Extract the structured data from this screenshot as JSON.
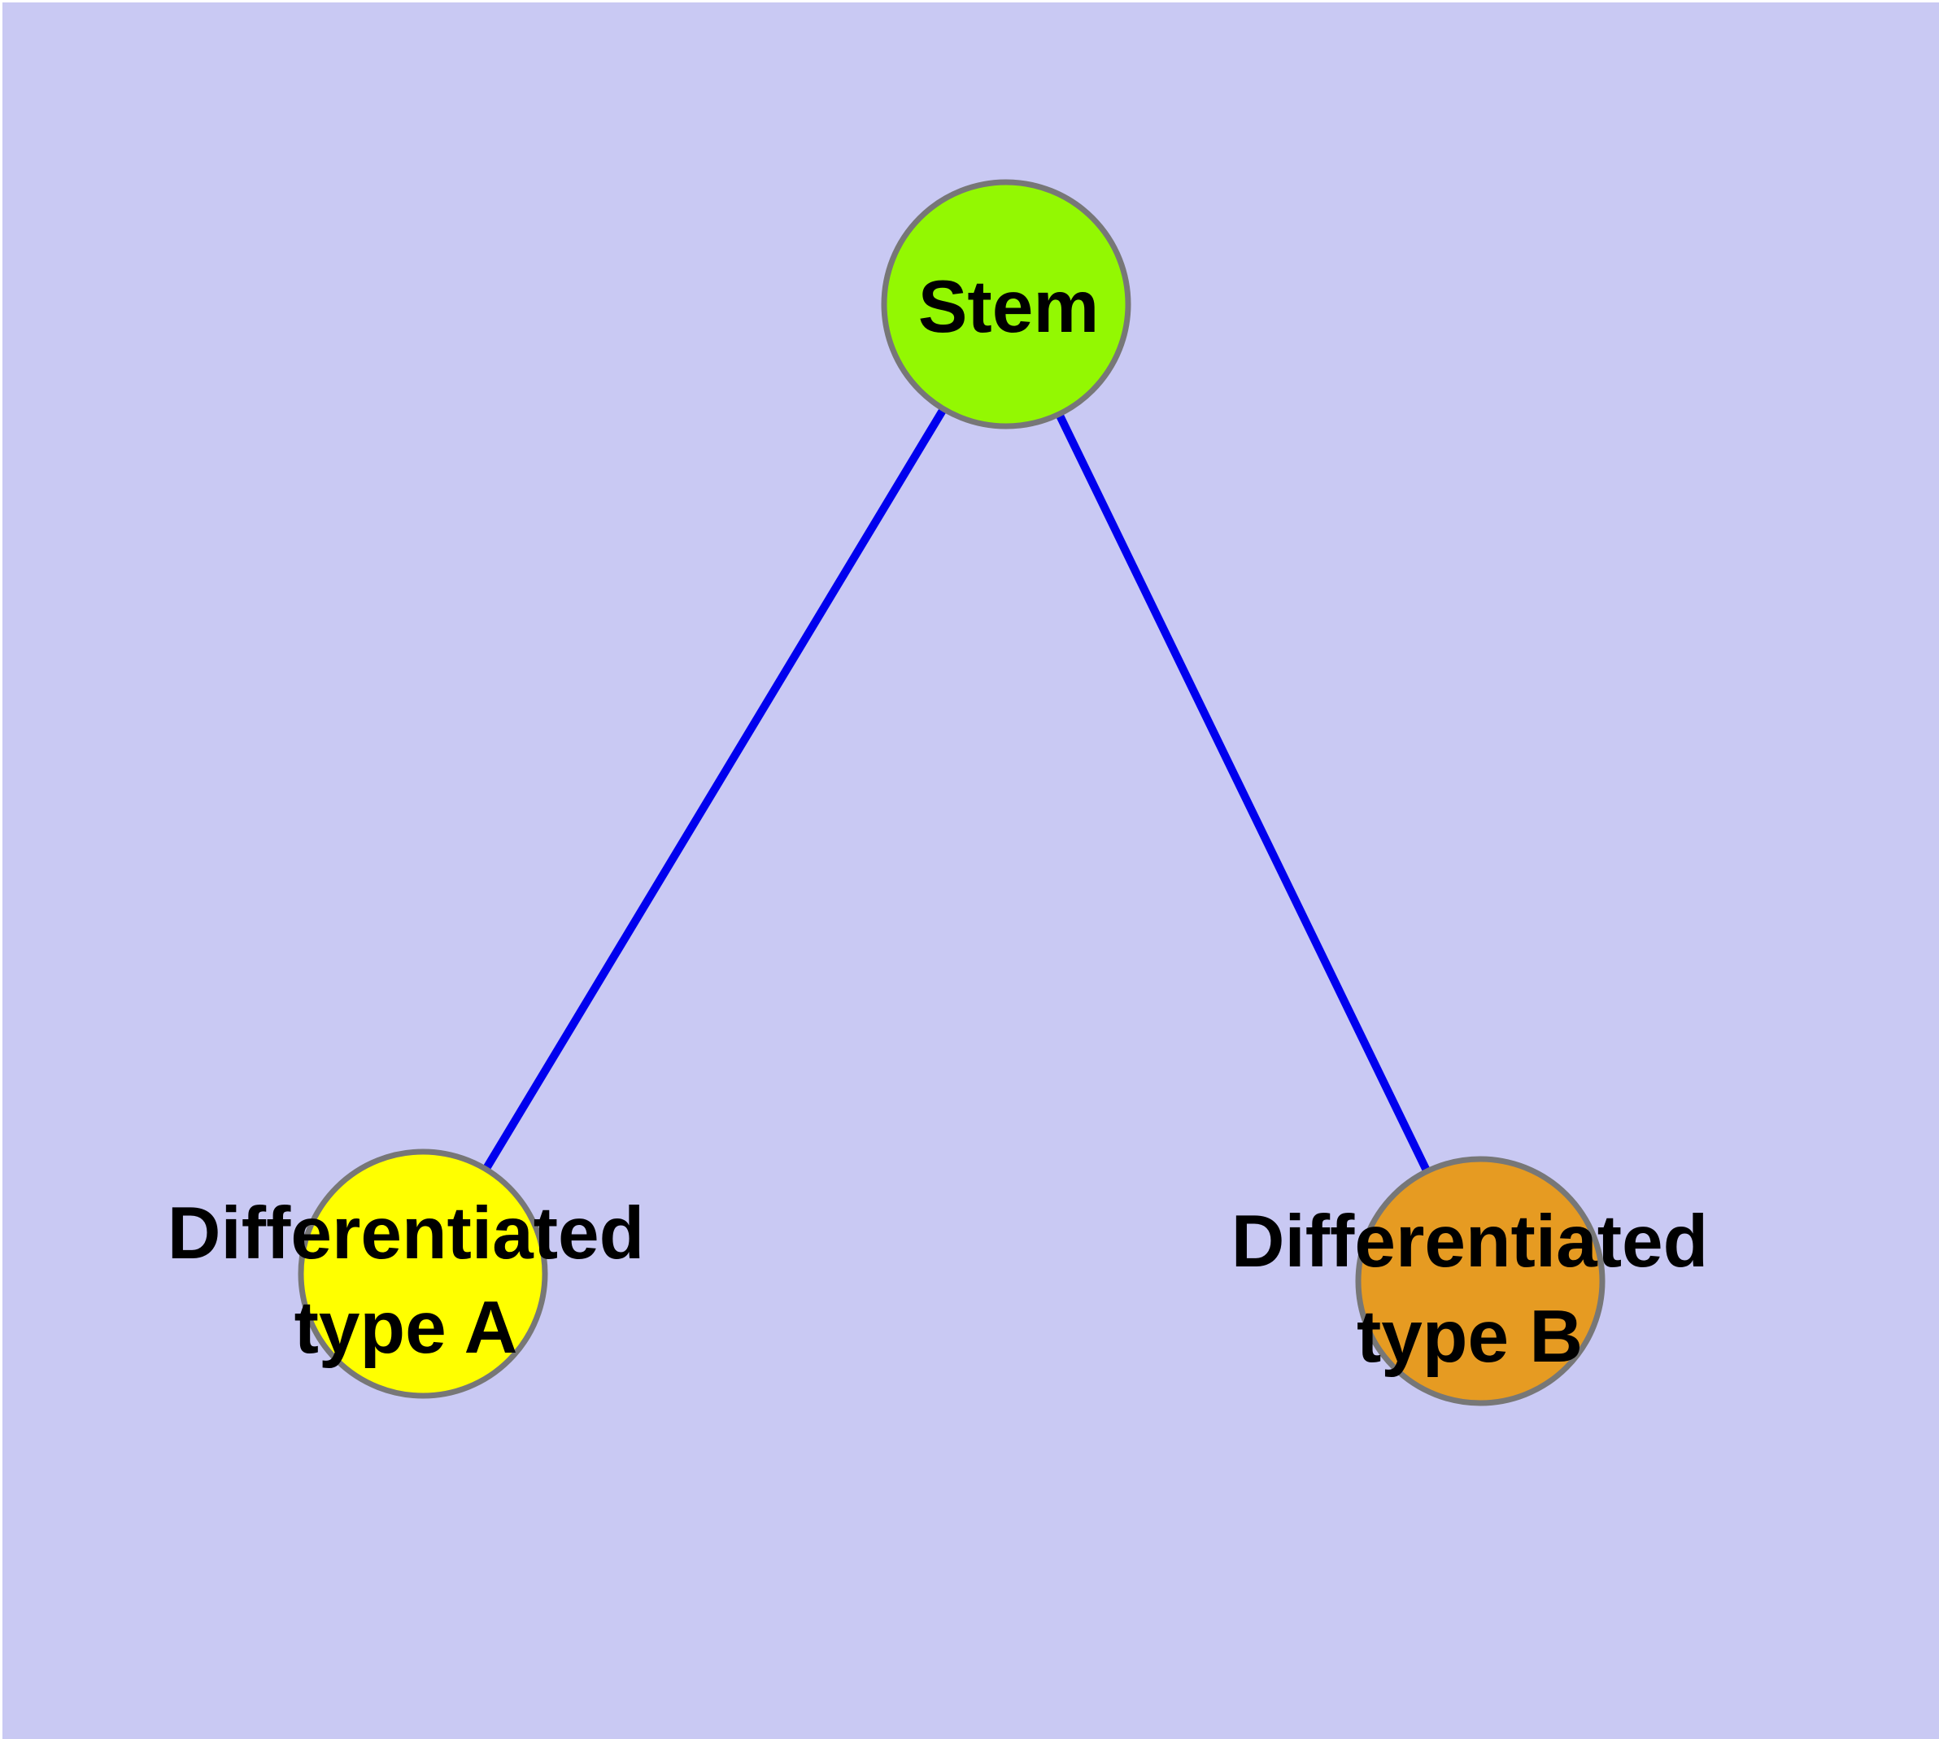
{
  "diagram": {
    "background_color": "#c9c9f3",
    "margin_color": "#ffffff",
    "edge_color": "#0000ee",
    "node_border_color": "#777777",
    "text_color": "#000000",
    "nodes": [
      {
        "id": "stem",
        "label": "Stem",
        "color": "#93f802"
      },
      {
        "id": "differentiated-type-a",
        "label": "Differentiated type A",
        "line1": "Differentiated",
        "line2": "type A",
        "color": "#ffff00"
      },
      {
        "id": "differentiated-type-b",
        "label": "Differentiated type B",
        "line1": "Differentiated",
        "line2": "type B",
        "color": "#e69b22"
      }
    ],
    "edges": [
      {
        "from": "Stem",
        "to": "Differentiated type A"
      },
      {
        "from": "Stem",
        "to": "Differentiated type B"
      }
    ]
  }
}
